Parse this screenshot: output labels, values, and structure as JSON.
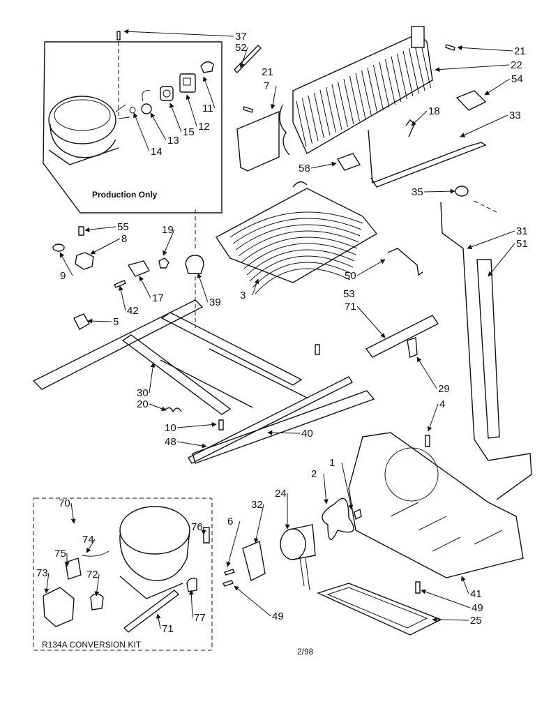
{
  "notes": {
    "production_only": "Production Only",
    "conversion_kit": "R134A CONVERSION KIT",
    "date_code": "2/98"
  },
  "callouts": [
    {
      "id": "c37",
      "text": "37"
    },
    {
      "id": "c52",
      "text": "52"
    },
    {
      "id": "c21a",
      "text": "21"
    },
    {
      "id": "c22",
      "text": "22"
    },
    {
      "id": "c21b",
      "text": "21"
    },
    {
      "id": "c7",
      "text": "7"
    },
    {
      "id": "c54",
      "text": "54"
    },
    {
      "id": "c18",
      "text": "18"
    },
    {
      "id": "c33",
      "text": "33"
    },
    {
      "id": "c11",
      "text": "11"
    },
    {
      "id": "c12",
      "text": "12"
    },
    {
      "id": "c15",
      "text": "15"
    },
    {
      "id": "c13",
      "text": "13"
    },
    {
      "id": "c14",
      "text": "14"
    },
    {
      "id": "c58",
      "text": "58"
    },
    {
      "id": "c35",
      "text": "35"
    },
    {
      "id": "c55",
      "text": "55"
    },
    {
      "id": "c8",
      "text": "8"
    },
    {
      "id": "c9",
      "text": "9"
    },
    {
      "id": "c19",
      "text": "19"
    },
    {
      "id": "c31",
      "text": "31"
    },
    {
      "id": "c51",
      "text": "51"
    },
    {
      "id": "c42",
      "text": "42"
    },
    {
      "id": "c17",
      "text": "17"
    },
    {
      "id": "c39",
      "text": "39"
    },
    {
      "id": "c3",
      "text": "3"
    },
    {
      "id": "c50",
      "text": "50"
    },
    {
      "id": "c53",
      "text": "53"
    },
    {
      "id": "c71a",
      "text": "71"
    },
    {
      "id": "c5",
      "text": "5"
    },
    {
      "id": "c30",
      "text": "30"
    },
    {
      "id": "c20",
      "text": "20"
    },
    {
      "id": "c29",
      "text": "29"
    },
    {
      "id": "c4",
      "text": "4"
    },
    {
      "id": "c10",
      "text": "10"
    },
    {
      "id": "c40",
      "text": "40"
    },
    {
      "id": "c48",
      "text": "48"
    },
    {
      "id": "c70",
      "text": "70"
    },
    {
      "id": "c76",
      "text": "76"
    },
    {
      "id": "c74",
      "text": "74"
    },
    {
      "id": "c75",
      "text": "75"
    },
    {
      "id": "c73",
      "text": "73"
    },
    {
      "id": "c72",
      "text": "72"
    },
    {
      "id": "c77",
      "text": "77"
    },
    {
      "id": "c71b",
      "text": "71"
    },
    {
      "id": "c32",
      "text": "32"
    },
    {
      "id": "c24",
      "text": "24"
    },
    {
      "id": "c2",
      "text": "2"
    },
    {
      "id": "c1",
      "text": "1"
    },
    {
      "id": "c6",
      "text": "6"
    },
    {
      "id": "c49a",
      "text": "49"
    },
    {
      "id": "c41",
      "text": "41"
    },
    {
      "id": "c49b",
      "text": "49"
    },
    {
      "id": "c25",
      "text": "25"
    }
  ]
}
